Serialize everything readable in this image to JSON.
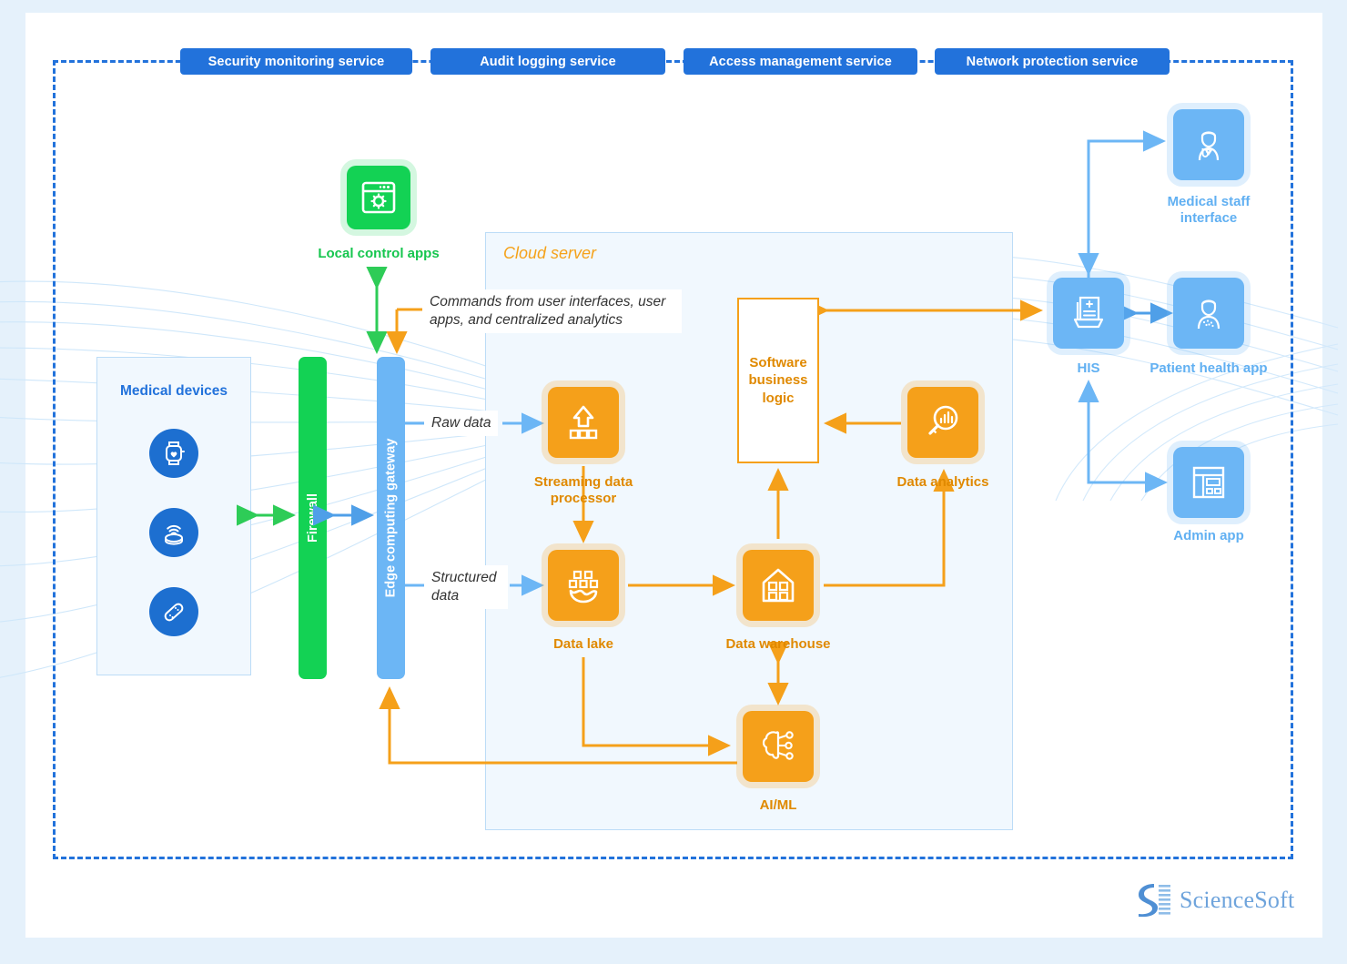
{
  "colors": {
    "brand_blue": "#2272db",
    "light_blue": "#6cb6f5",
    "green": "#13d254",
    "orange": "#f5a01a",
    "panel_bg": "#f1f8fe",
    "page_bg": "#e5f1fb"
  },
  "security_services": [
    {
      "label": "Security monitoring service"
    },
    {
      "label": "Audit logging service"
    },
    {
      "label": "Access management service"
    },
    {
      "label": "Network protection service"
    }
  ],
  "local_control_apps": {
    "label": "Local control apps",
    "icon": "browser-gear-icon"
  },
  "medical_devices": {
    "title": "Medical devices",
    "devices": [
      {
        "icon": "smartwatch-heart-icon"
      },
      {
        "icon": "wireless-sensor-icon"
      },
      {
        "icon": "wearable-patch-icon"
      }
    ]
  },
  "firewall": {
    "label": "Firewall"
  },
  "edge_gateway": {
    "label": "Edge computing gateway"
  },
  "cloud_server": {
    "title": "Cloud server",
    "nodes": [
      {
        "id": "streaming",
        "label": "Streaming data processor",
        "icon": "upload-arrow-icon"
      },
      {
        "id": "data_lake",
        "label": "Data lake",
        "icon": "data-lake-icon"
      },
      {
        "id": "data_warehouse",
        "label": "Data warehouse",
        "icon": "warehouse-building-icon"
      },
      {
        "id": "ai_ml",
        "label": "AI/ML",
        "icon": "brain-network-icon"
      },
      {
        "id": "data_analytics",
        "label": "Data analytics",
        "icon": "magnifier-chart-icon"
      },
      {
        "id": "sbl",
        "label": "Software business logic",
        "icon": "none"
      }
    ]
  },
  "flow_labels": {
    "commands": "Commands from user interfaces, user apps, and centralized analytics",
    "raw_data": "Raw data",
    "structured_data": "Structured data"
  },
  "endpoints": [
    {
      "id": "medical_staff",
      "label": "Medical staff interface",
      "icon": "doctor-icon"
    },
    {
      "id": "his",
      "label": "HIS",
      "icon": "medical-record-icon"
    },
    {
      "id": "patient_app",
      "label": "Patient health app",
      "icon": "patient-icon"
    },
    {
      "id": "admin_app",
      "label": "Admin app",
      "icon": "dashboard-layout-icon"
    }
  ],
  "branding": {
    "logo_text": "ScienceSoft",
    "logo_mark": "sciencesoft-s-icon"
  }
}
